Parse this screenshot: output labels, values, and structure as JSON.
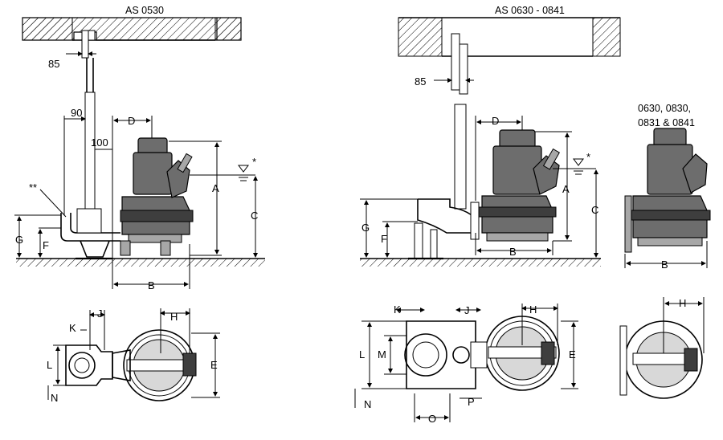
{
  "titles": {
    "left": "AS 0530",
    "right": "AS 0630 - 0841",
    "variant": [
      "0630, 0830,",
      "0831 & 0841"
    ]
  },
  "labels": {
    "A": "A",
    "B": "B",
    "C": "C",
    "D": "D",
    "E": "E",
    "F": "F",
    "G": "G",
    "H": "H",
    "J": "J",
    "K": "K",
    "L": "L",
    "M": "M",
    "N": "N",
    "O": "O",
    "P": "P",
    "dim85": "85",
    "dim90": "90",
    "dim100": "100",
    "star": "*",
    "dstar": "**"
  }
}
